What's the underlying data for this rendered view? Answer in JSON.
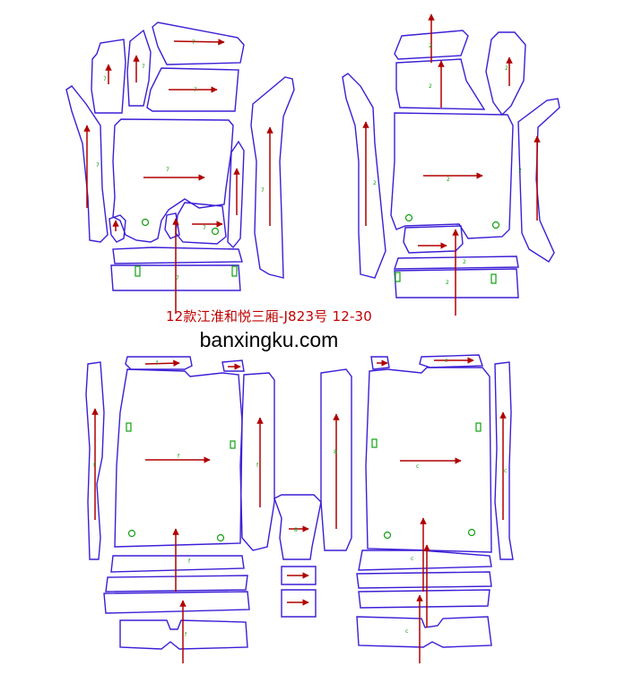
{
  "title_text": "12款江淮和悦三厢-J823号  12-30",
  "site_text": "banxingku.com",
  "colors": {
    "outline": "#3b1fd6",
    "outline_edge": "#1aa04a",
    "arrow": "#b00000",
    "marker": "#12a012",
    "title": "#c00000",
    "site": "#000000"
  },
  "piece_labels": {
    "group_top_left": "7",
    "group_top_right": "2",
    "group_bottom_left": "f",
    "group_bottom_mid": "8",
    "group_bottom_right": "c"
  }
}
